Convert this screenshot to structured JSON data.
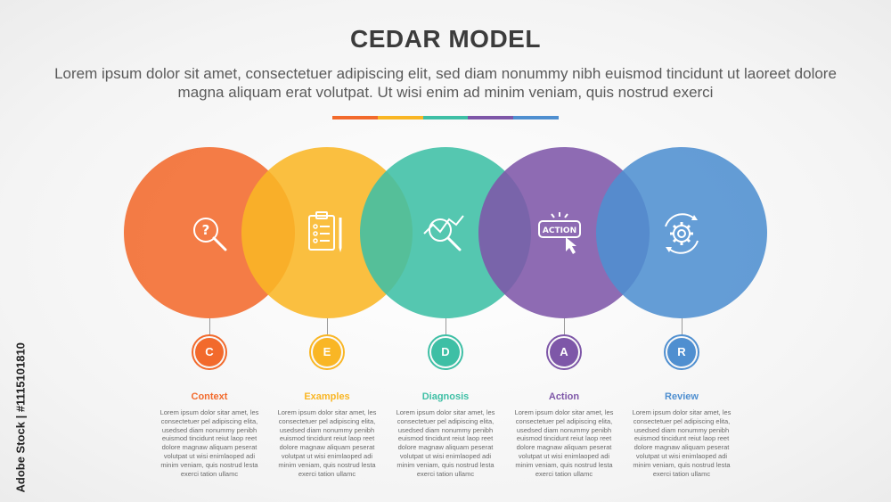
{
  "header": {
    "title": "CEDAR MODEL",
    "subtitle": "Lorem ipsum dolor sit amet, consectetuer adipiscing elit, sed diam nonummy nibh euismod tincidunt ut laoreet dolore magna aliquam erat volutpat. Ut wisi enim ad minim veniam, quis nostrud exerci"
  },
  "colors": {
    "context": "#f26a2c",
    "examples": "#f9b625",
    "diagnosis": "#3ebfa5",
    "action": "#7e57a8",
    "review": "#4f8fd0"
  },
  "steps": [
    {
      "letter": "C",
      "label": "Context",
      "icon": "magnifier-question-icon",
      "action_text": "",
      "desc": "Lorem ipsum dolor sitar amet, les consectetuer pel adipiscing elita, usedsed diam nonummy penibh euismod tincidunt reiut laop reet dolore magnaw aliquam peserat volutpat ut wisi enimlaoped adi minim veniam, quis nostrud lesta exerci tation ullamc"
    },
    {
      "letter": "E",
      "label": "Examples",
      "icon": "clipboard-checklist-icon",
      "action_text": "",
      "desc": "Lorem ipsum dolor sitar amet, les consectetuer pel adipiscing elita, usedsed diam nonummy penibh euismod tincidunt reiut laop reet dolore magnaw aliquam peserat volutpat ut wisi enimlaoped adi minim veniam, quis nostrud lesta exerci tation ullamc"
    },
    {
      "letter": "D",
      "label": "Diagnosis",
      "icon": "chart-magnifier-icon",
      "action_text": "",
      "desc": "Lorem ipsum dolor sitar amet, les consectetuer pel adipiscing elita, usedsed diam nonummy penibh euismod tincidunt reiut laop reet dolore magnaw aliquam peserat volutpat ut wisi enimlaoped adi minim veniam, quis nostrud lesta exerci tation ullamc"
    },
    {
      "letter": "A",
      "label": "Action",
      "icon": "action-button-cursor-icon",
      "action_text": "ACTION",
      "desc": "Lorem ipsum dolor sitar amet, les consectetuer pel adipiscing elita, usedsed diam nonummy penibh euismod tincidunt reiut laop reet dolore magnaw aliquam peserat volutpat ut wisi enimlaoped adi minim veniam, quis nostrud lesta exerci tation ullamc"
    },
    {
      "letter": "R",
      "label": "Review",
      "icon": "gear-cycle-icon",
      "action_text": "",
      "desc": "Lorem ipsum dolor sitar amet, les consectetuer pel adipiscing elita, usedsed diam nonummy penibh euismod tincidunt reiut laop reet dolore magnaw aliquam peserat volutpat ut wisi enimlaoped adi minim veniam, quis nostrud lesta exerci tation ullamc"
    }
  ],
  "watermark": {
    "text": "Adobe Stock | #1115101810"
  }
}
